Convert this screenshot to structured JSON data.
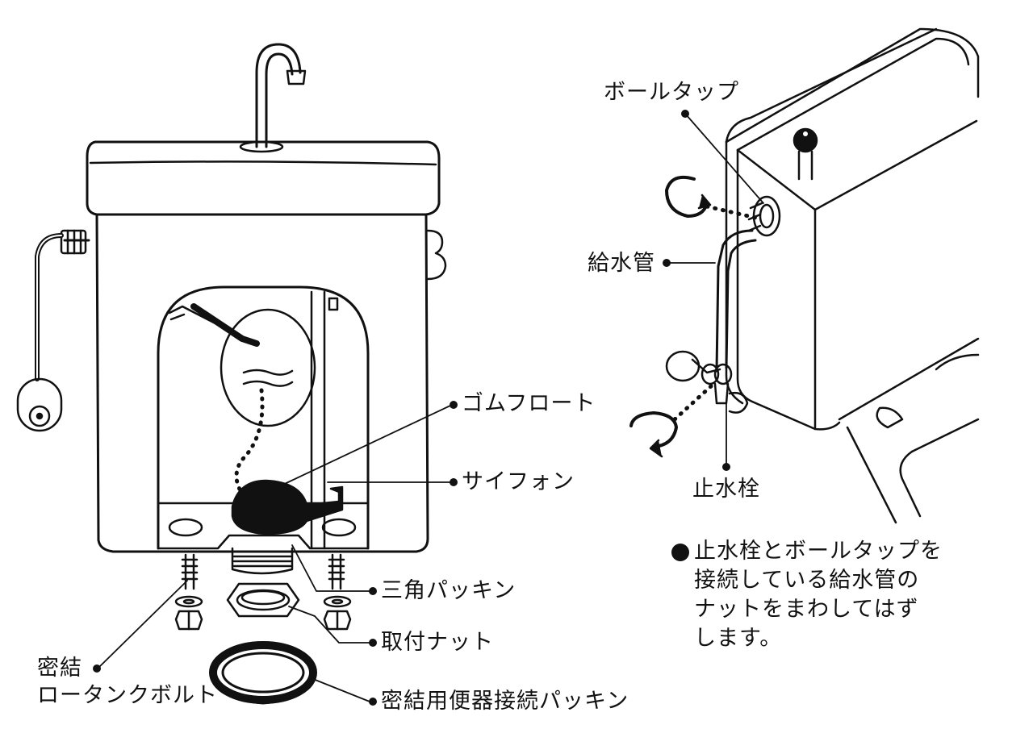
{
  "colors": {
    "ink": "#111111",
    "paper": "#ffffff"
  },
  "left_diagram": {
    "labels": {
      "gom_float": "ゴムフロート",
      "siphon": "サイフォン",
      "triangle_packing": "三角パッキン",
      "mounting_nut": "取付ナット",
      "sealing_bolt_line1": "密結",
      "sealing_bolt_line2": "ロータンクボルト",
      "sealing_packing": "密結用便器接続パッキン"
    }
  },
  "right_diagram": {
    "labels": {
      "ball_tap": "ボールタップ",
      "supply_pipe": "給水管",
      "stop_valve": "止水栓"
    },
    "note_lines": [
      "止水栓とボールタップを",
      "接続している給水管の",
      "ナットをまわしてはず",
      "します。"
    ]
  }
}
